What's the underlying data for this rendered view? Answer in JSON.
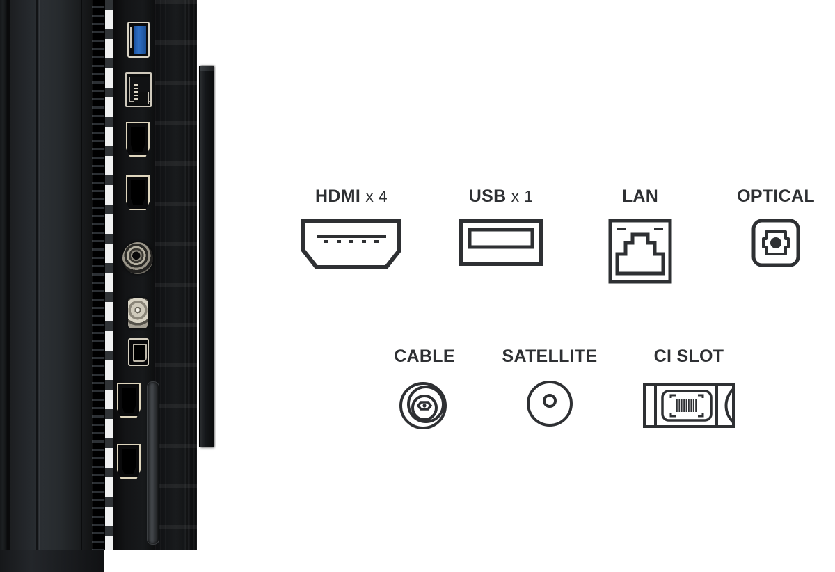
{
  "page": {
    "background_color": "#ffffff",
    "product_view": "tv-rear-side-panel-ports"
  },
  "tv_panel": {
    "name": "tv-rear-panel-photo",
    "physical_ports": [
      {
        "id": "usb-3-port",
        "label": "USB 3.0",
        "color": "#2f6fc4"
      },
      {
        "id": "lan-port",
        "label": "LAN / RJ45",
        "color": "#cfc9bc"
      },
      {
        "id": "hdmi-port-1",
        "label": "HDMI 1",
        "color": "#ded5bd"
      },
      {
        "id": "hdmi-port-2",
        "label": "HDMI 2",
        "color": "#ded5bd"
      },
      {
        "id": "coax-cable-port",
        "label": "CABLE / RF",
        "color": "#b5b0a1"
      },
      {
        "id": "satellite-port",
        "label": "SATELLITE / F-type",
        "color": "#cfcabb"
      },
      {
        "id": "optical-port",
        "label": "OPTICAL / TOSLINK",
        "color": "#d6d0c0"
      },
      {
        "id": "hdmi-port-3",
        "label": "HDMI 3",
        "color": "#ded5bd"
      },
      {
        "id": "hdmi-port-4",
        "label": "HDMI 4",
        "color": "#ded5bd"
      },
      {
        "id": "ci-slot",
        "label": "CI SLOT",
        "color": "#44484c"
      }
    ]
  },
  "spec_icons": {
    "label_color": "#2e3033",
    "icon_stroke_color": "#2e3033",
    "top_row": [
      {
        "id": "hdmi",
        "label": "HDMI",
        "multiplier": "x 4",
        "icon": "hdmi-connector-icon"
      },
      {
        "id": "usb",
        "label": "USB",
        "multiplier": "x 1",
        "icon": "usb-connector-icon"
      },
      {
        "id": "lan",
        "label": "LAN",
        "multiplier": "",
        "icon": "lan-rj45-icon"
      },
      {
        "id": "optical",
        "label": "OPTICAL",
        "multiplier": "",
        "icon": "optical-toslink-icon"
      }
    ],
    "bottom_row": [
      {
        "id": "cable",
        "label": "CABLE",
        "multiplier": "",
        "icon": "coax-cable-icon"
      },
      {
        "id": "satellite",
        "label": "SATELLITE",
        "multiplier": "",
        "icon": "satellite-f-connector-icon"
      },
      {
        "id": "ci-slot",
        "label": "CI SLOT",
        "multiplier": "",
        "icon": "ci-card-slot-icon"
      }
    ]
  }
}
